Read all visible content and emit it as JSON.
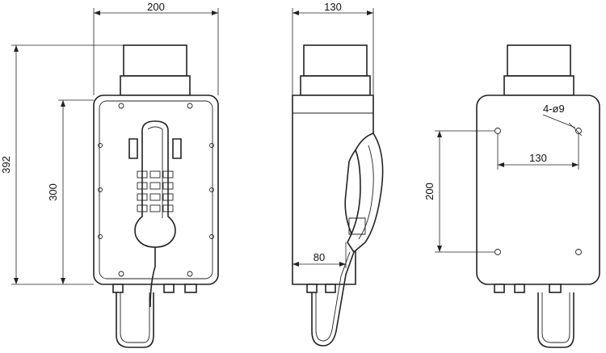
{
  "dimensions": {
    "front_width": "200",
    "front_overall_height": "392",
    "front_body_height": "300",
    "side_depth": "130",
    "side_bottom": "80",
    "rear_hole_spacing_h": "130",
    "rear_hole_spacing_v": "200",
    "rear_hole_spec": "4-ø9"
  }
}
